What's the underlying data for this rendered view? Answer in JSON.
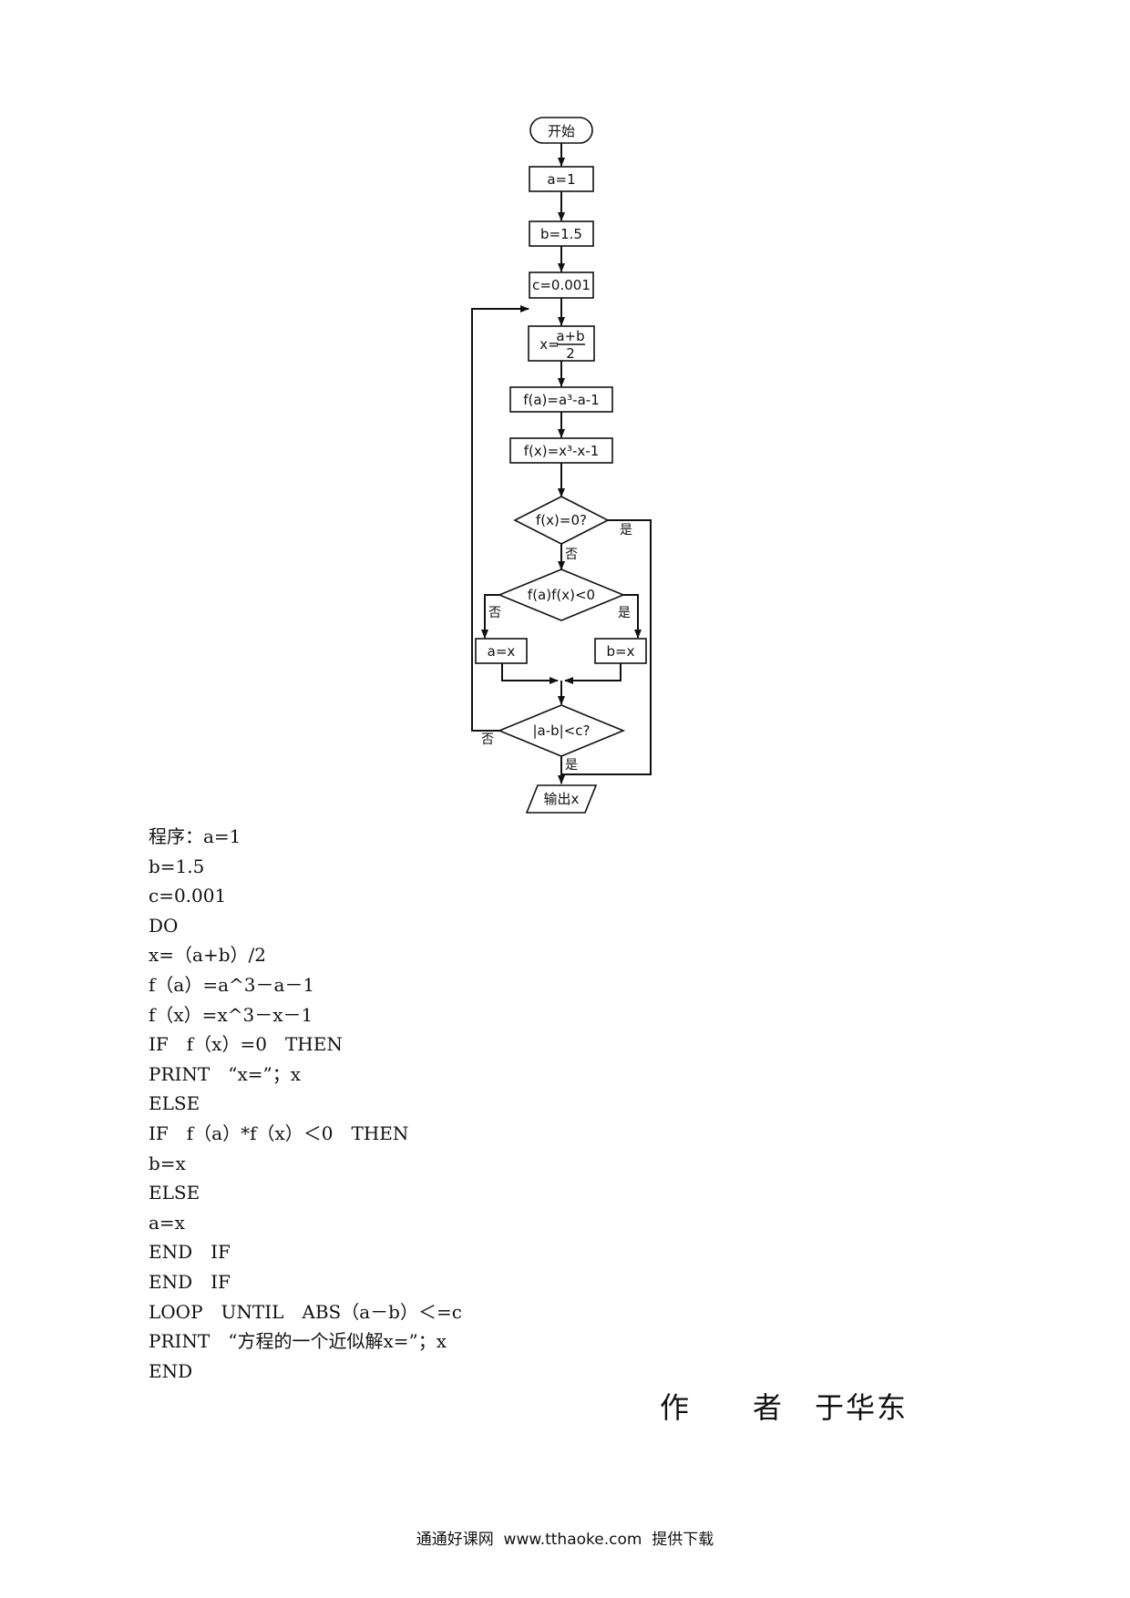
{
  "flowchart": {
    "start": "开始",
    "assign_a": "a=1",
    "assign_b": "b=1.5",
    "assign_c": "c=0.001",
    "x_prefix": "x=",
    "x_numerator": "a+b",
    "x_denominator": "2",
    "fa": "f(a)=a³-a-1",
    "fx": "f(x)=x³-x-1",
    "decision1": "f(x)=0?",
    "decision2": "f(a)f(x)<0",
    "a_eq_x": "a=x",
    "b_eq_x": "b=x",
    "decision3": "|a-b|<c?",
    "output": "输出x",
    "yes": "是",
    "no": "否"
  },
  "program": {
    "lines": [
      "程序：a=1",
      "b=1.5",
      "c=0.001",
      "DO",
      "x=（a+b）/2",
      "f（a）=a^3－a－1",
      "f（x）=x^3－x－1",
      "IF　f（x）=0　THEN",
      "PRINT　“x=”；x",
      "ELSE",
      "IF　f（a）*f（x）＜0　THEN",
      "b=x",
      "ELSE",
      "a=x",
      "END　IF",
      "END　IF",
      "LOOP　UNTIL　ABS（a－b）＜=c",
      "PRINT　“方程的一个近似解x=”；x",
      "END"
    ]
  },
  "author": "作　　者　于华东",
  "footer": "通通好课网  www.tthaoke.com  提供下载"
}
